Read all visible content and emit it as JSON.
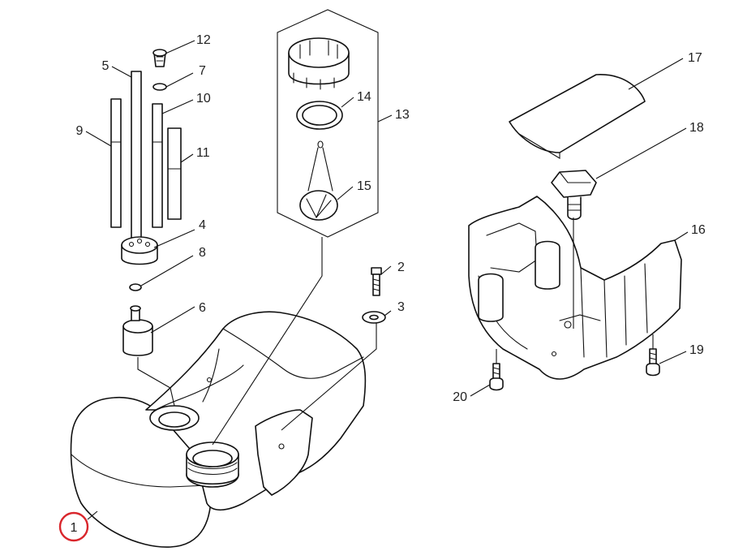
{
  "diagram": {
    "highlight_color": "#d9262c",
    "line_color": "#111111",
    "highlighted_part": "1",
    "callouts": [
      {
        "id": "c1",
        "label": "1"
      },
      {
        "id": "c2",
        "label": "2"
      },
      {
        "id": "c3",
        "label": "3"
      },
      {
        "id": "c4",
        "label": "4"
      },
      {
        "id": "c5",
        "label": "5"
      },
      {
        "id": "c6",
        "label": "6"
      },
      {
        "id": "c7",
        "label": "7"
      },
      {
        "id": "c8",
        "label": "8"
      },
      {
        "id": "c9",
        "label": "9"
      },
      {
        "id": "c10",
        "label": "10"
      },
      {
        "id": "c11",
        "label": "11"
      },
      {
        "id": "c12",
        "label": "12"
      },
      {
        "id": "c13",
        "label": "13"
      },
      {
        "id": "c14",
        "label": "14"
      },
      {
        "id": "c15",
        "label": "15"
      },
      {
        "id": "c16",
        "label": "16"
      },
      {
        "id": "c17",
        "label": "17"
      },
      {
        "id": "c18",
        "label": "18"
      },
      {
        "id": "c19",
        "label": "19"
      },
      {
        "id": "c20",
        "label": "20"
      }
    ]
  }
}
